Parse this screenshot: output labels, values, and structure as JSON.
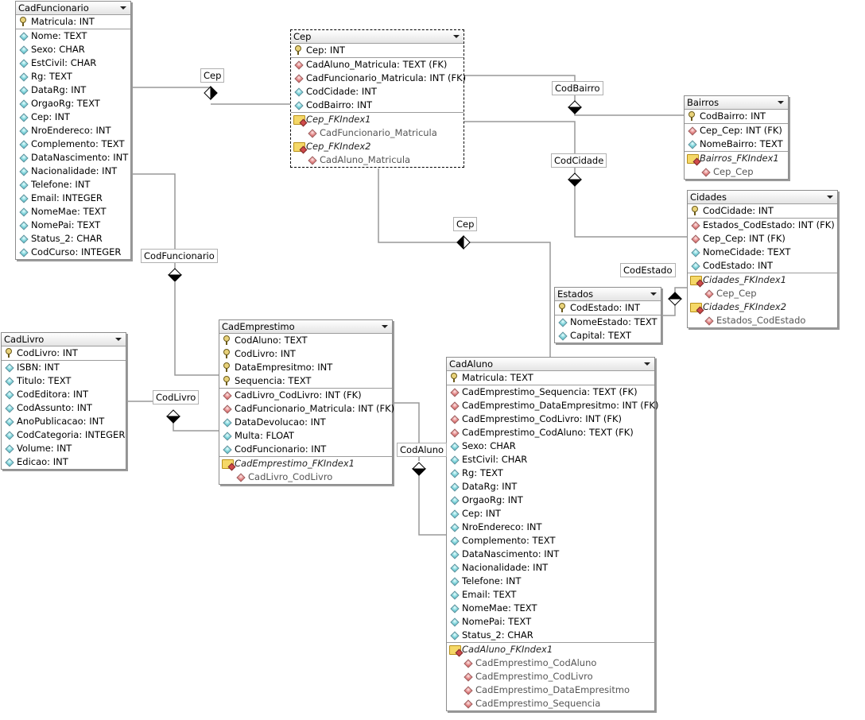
{
  "tables": {
    "cadfuncionario": {
      "name": "CadFuncionario",
      "pk": [
        "Matricula: INT"
      ],
      "columns": [
        "Nome: TEXT",
        "Sexo: CHAR",
        "EstCivil: CHAR",
        "Rg: TEXT",
        "DataRg: INT",
        "OrgaoRg: TEXT",
        "Cep: INT",
        "NroEndereco: INT",
        "Complemento: TEXT",
        "DataNascimento: INT",
        "Nacionalidade: INT",
        "Telefone: INT",
        "Email: INTEGER",
        "NomeMae: TEXT",
        "NomePai: TEXT",
        "Status_2: CHAR",
        "CodCurso: INTEGER"
      ]
    },
    "cep": {
      "name": "Cep",
      "pk": [
        "Cep: INT"
      ],
      "fks": [
        "CadAluno_Matricula: TEXT (FK)",
        "CadFuncionario_Matricula: INT (FK)"
      ],
      "columns": [
        "CodCidade: INT",
        "CodBairro: INT"
      ],
      "indexes": [
        {
          "name": "Cep_FKIndex1",
          "fields": [
            "CadFuncionario_Matricula"
          ]
        },
        {
          "name": "Cep_FKIndex2",
          "fields": [
            "CadAluno_Matricula"
          ]
        }
      ]
    },
    "bairros": {
      "name": "Bairros",
      "pk": [
        "CodBairro: INT"
      ],
      "fks": [
        "Cep_Cep: INT (FK)"
      ],
      "columns": [
        "NomeBairro: TEXT"
      ],
      "indexes": [
        {
          "name": "Bairros_FKIndex1",
          "fields": [
            "Cep_Cep"
          ]
        }
      ]
    },
    "cidades": {
      "name": "Cidades",
      "pk": [
        "CodCidade: INT"
      ],
      "fks": [
        "Estados_CodEstado: INT (FK)",
        "Cep_Cep: INT (FK)"
      ],
      "columns": [
        "NomeCidade: TEXT",
        "CodEstado: INT"
      ],
      "indexes": [
        {
          "name": "Cidades_FKIndex1",
          "fields": [
            "Cep_Cep"
          ]
        },
        {
          "name": "Cidades_FKIndex2",
          "fields": [
            "Estados_CodEstado"
          ]
        }
      ]
    },
    "estados": {
      "name": "Estados",
      "pk": [
        "CodEstado: INT"
      ],
      "columns": [
        "NomeEstado: TEXT",
        "Capital: TEXT"
      ]
    },
    "cadlivro": {
      "name": "CadLivro",
      "pk": [
        "CodLivro: INT"
      ],
      "columns": [
        "ISBN: INT",
        "Titulo: TEXT",
        "CodEditora: INT",
        "CodAssunto: INT",
        "AnoPublicacao: INT",
        "CodCategoria: INTEGER",
        "Volume: INT",
        "Edicao: INT"
      ]
    },
    "cademprestimo": {
      "name": "CadEmprestimo",
      "pk": [
        "CodAluno: TEXT",
        "CodLivro: INT",
        "DataEmpresitmo: INT",
        "Sequencia: TEXT"
      ],
      "fks": [
        "CadLivro_CodLivro: INT (FK)",
        "CadFuncionario_Matricula: INT (FK)"
      ],
      "columns": [
        "DataDevolucao: INT",
        "Multa: FLOAT",
        "CodFuncionario: INT"
      ],
      "indexes": [
        {
          "name": "CadEmprestimo_FKIndex1",
          "fields": [
            "CadLivro_CodLivro"
          ]
        }
      ]
    },
    "cadaluno": {
      "name": "CadAluno",
      "pk": [
        "Matricula: TEXT"
      ],
      "fks": [
        "CadEmprestimo_Sequencia: TEXT (FK)",
        "CadEmprestimo_DataEmpresitmo: INT (FK)",
        "CadEmprestimo_CodLivro: INT (FK)",
        "CadEmprestimo_CodAluno: TEXT (FK)"
      ],
      "columns": [
        "Sexo: CHAR",
        "EstCivil: CHAR",
        "Rg: TEXT",
        "DataRg: INT",
        "OrgaoRg: INT",
        "Cep: INT",
        "NroEndereco: INT",
        "Complemento: TEXT",
        "DataNascimento: INT",
        "Nacionalidade: INT",
        "Telefone: INT",
        "Email: TEXT",
        "NomeMae: TEXT",
        "NomePai: TEXT",
        "Status_2: CHAR"
      ],
      "indexes": [
        {
          "name": "CadAluno_FKIndex1",
          "fields": [
            "CadEmprestimo_CodAluno",
            "CadEmprestimo_CodLivro",
            "CadEmprestimo_DataEmpresitmo",
            "CadEmprestimo_Sequencia"
          ]
        }
      ]
    }
  },
  "relationships": [
    {
      "id": "rel-cep-funcionario",
      "label": "Cep"
    },
    {
      "id": "rel-codbairro",
      "label": "CodBairro"
    },
    {
      "id": "rel-codcidade",
      "label": "CodCidade"
    },
    {
      "id": "rel-cep-aluno",
      "label": "Cep"
    },
    {
      "id": "rel-codestado",
      "label": "CodEstado"
    },
    {
      "id": "rel-codfuncionario",
      "label": "CodFuncionario"
    },
    {
      "id": "rel-codlivro",
      "label": "CodLivro"
    },
    {
      "id": "rel-codaluno",
      "label": "CodAluno"
    }
  ],
  "icons": {
    "pk": "key-icon",
    "fk": "red-diamond-icon",
    "column": "cyan-diamond-icon",
    "index": "folder-index-icon",
    "menu": "dropdown-arrow-icon"
  }
}
